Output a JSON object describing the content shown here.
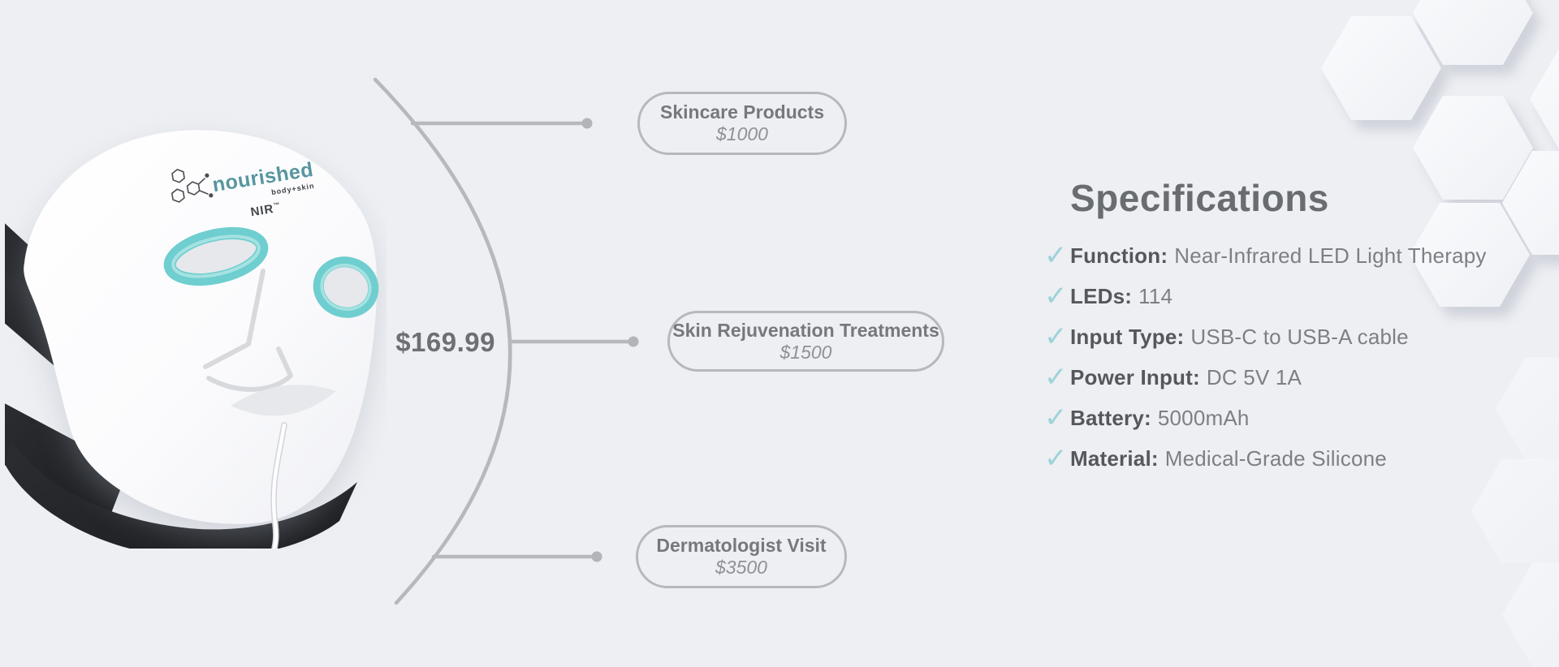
{
  "product": {
    "price": "$169.99",
    "brand": {
      "name": "nourished",
      "subbrand": "body+skin",
      "model": "NIR",
      "model_tm": "™"
    }
  },
  "comparisons": [
    {
      "label": "Skincare Products",
      "price": "$1000"
    },
    {
      "label": "Skin Rejuvenation Treatments",
      "price": "$1500"
    },
    {
      "label": "Dermatologist Visit",
      "price": "$3500"
    }
  ],
  "specifications": {
    "title": "Specifications",
    "items": [
      {
        "label": "Function:",
        "value": "Near-Infrared LED Light Therapy"
      },
      {
        "label": "LEDs:",
        "value": "114"
      },
      {
        "label": "Input Type:",
        "value": "USB-C to USB-A cable"
      },
      {
        "label": "Power Input:",
        "value": "DC 5V 1A"
      },
      {
        "label": "Battery:",
        "value": "5000mAh"
      },
      {
        "label": "Material:",
        "value": "Medical-Grade Silicone"
      }
    ]
  },
  "icons": {
    "check": "✓"
  },
  "colors": {
    "background": "#edeff3",
    "accent_teal": "#6fcecf",
    "check_teal": "#9dd3da",
    "line_gray": "#b6b8bc",
    "heading_gray": "#6a6d70",
    "strap_black": "#222428"
  }
}
